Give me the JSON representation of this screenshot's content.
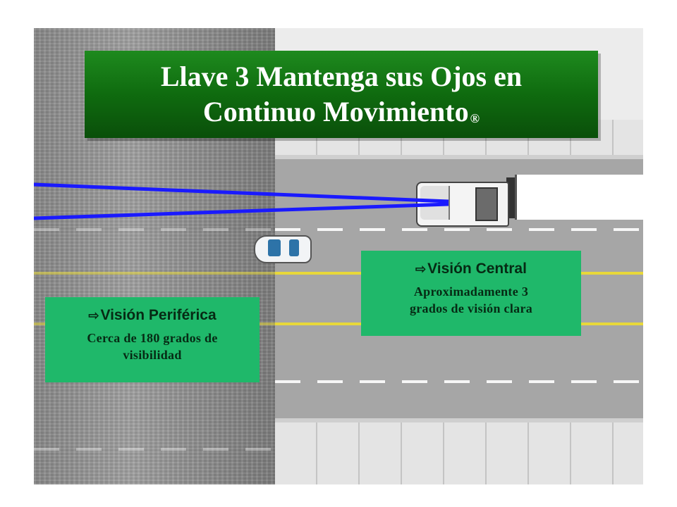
{
  "slide": {
    "title_line1": "Llave 3 Mantenga sus Ojos en",
    "title_line2": "Continuo Movimiento",
    "registered_mark": "®",
    "colors": {
      "title_bg": "#0f6b0f",
      "info_bg": "#1fb86a",
      "vision_line": "#1a1aff",
      "lane_yellow": "#e8d83a"
    }
  },
  "central_vision": {
    "arrow_icon": "⇨",
    "heading": "Visión Central",
    "body_line1": "Aproximadamente 3",
    "body_line2": "grados de visión clara"
  },
  "peripheral_vision": {
    "arrow_icon": "⇨",
    "heading": "Visión Periférica",
    "body_line1": "Cerca de 180 grados de",
    "body_line2": "visibilidad"
  }
}
